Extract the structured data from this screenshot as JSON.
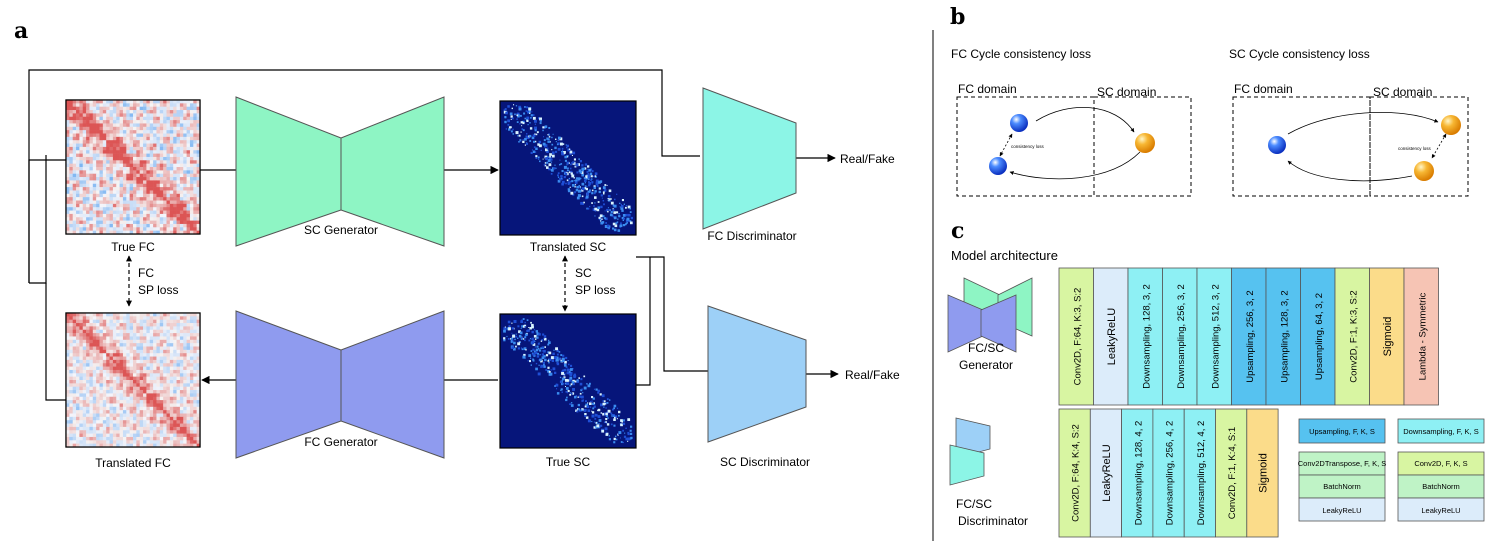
{
  "panels": {
    "a": "a",
    "b": "b",
    "c": "c"
  },
  "panel_a": {
    "true_fc": "True FC",
    "translated_fc": "Translated FC",
    "translated_sc": "Translated SC",
    "true_sc": "True SC",
    "sc_generator": "SC Generator",
    "fc_generator": "FC Generator",
    "fc_discriminator": "FC Discriminator",
    "sc_discriminator": "SC Discriminator",
    "real_fake": "Real/Fake",
    "fc_sp_loss": [
      "FC",
      "SP loss"
    ],
    "sc_sp_loss": [
      "SC",
      "SP loss"
    ]
  },
  "panel_b": {
    "fc_cycle_title": "FC Cycle consistency loss",
    "sc_cycle_title": "SC Cycle consistency loss",
    "fc_domain": "FC domain",
    "sc_domain": "SC domain",
    "consistency_loss": "consistency loss"
  },
  "panel_c": {
    "title": "Model architecture",
    "generator_label": [
      "FC/SC",
      "Generator"
    ],
    "discriminator_label": [
      "FC/SC",
      "Discriminator"
    ],
    "generator_layers": [
      {
        "label": "Conv2D, F:64,  K:3, S:2",
        "kind": "conv"
      },
      {
        "label": "LeakyReLU",
        "kind": "relu"
      },
      {
        "label": "Downsampling, 128, 3, 2",
        "kind": "down"
      },
      {
        "label": "Downsampling, 256, 3, 2",
        "kind": "down"
      },
      {
        "label": "Downsampling, 512, 3, 2",
        "kind": "down"
      },
      {
        "label": "Upsampling, 256, 3, 2",
        "kind": "up"
      },
      {
        "label": "Upsampling, 128, 3, 2",
        "kind": "up"
      },
      {
        "label": "Upsampling, 64, 3, 2",
        "kind": "up"
      },
      {
        "label": "Conv2D, F:1,  K:3, S:2",
        "kind": "conv"
      },
      {
        "label": "Sigmoid",
        "kind": "sigmoid"
      },
      {
        "label": "Lambda - Symmetric",
        "kind": "lambda"
      }
    ],
    "discriminator_layers": [
      {
        "label": "Conv2D, F:64, K:4, S:2",
        "kind": "conv"
      },
      {
        "label": "LeakyReLU",
        "kind": "relu"
      },
      {
        "label": "Downsampling, 128, 4, 2",
        "kind": "down"
      },
      {
        "label": "Downsampling, 256, 4, 2",
        "kind": "down"
      },
      {
        "label": "Downsampling, 512, 4, 2",
        "kind": "down"
      },
      {
        "label": "Conv2D, F:1,  K:4, S:1",
        "kind": "conv"
      },
      {
        "label": "Sigmoid",
        "kind": "sigmoid"
      }
    ],
    "legend": {
      "upsampling": {
        "header": "Upsampling, F, K, S",
        "rows": [
          "Conv2DTranspose, F, K, S",
          "BatchNorm",
          "LeakyReLU"
        ]
      },
      "downsampling": {
        "header": "Downsampling, F, K, S",
        "rows": [
          "Conv2D, F, K, S",
          "BatchNorm",
          "LeakyReLU"
        ]
      }
    }
  },
  "colors": {
    "sc_generator": "#8ef5c4",
    "fc_generator": "#8f9bef",
    "fc_discriminator": "#8cf5e6",
    "sc_discriminator": "#9dd0f7",
    "sc_matrix_bg": "#06157a",
    "conv": "#d8f5a2",
    "relu": "#dcecfa",
    "down": "#8ef0f4",
    "up": "#56c2f0",
    "sigmoid": "#fbdc8a",
    "lambda": "#f6c4b4",
    "bn": "#bff3c6",
    "fc_node": "#1e5ff5",
    "sc_node": "#f5a623"
  }
}
